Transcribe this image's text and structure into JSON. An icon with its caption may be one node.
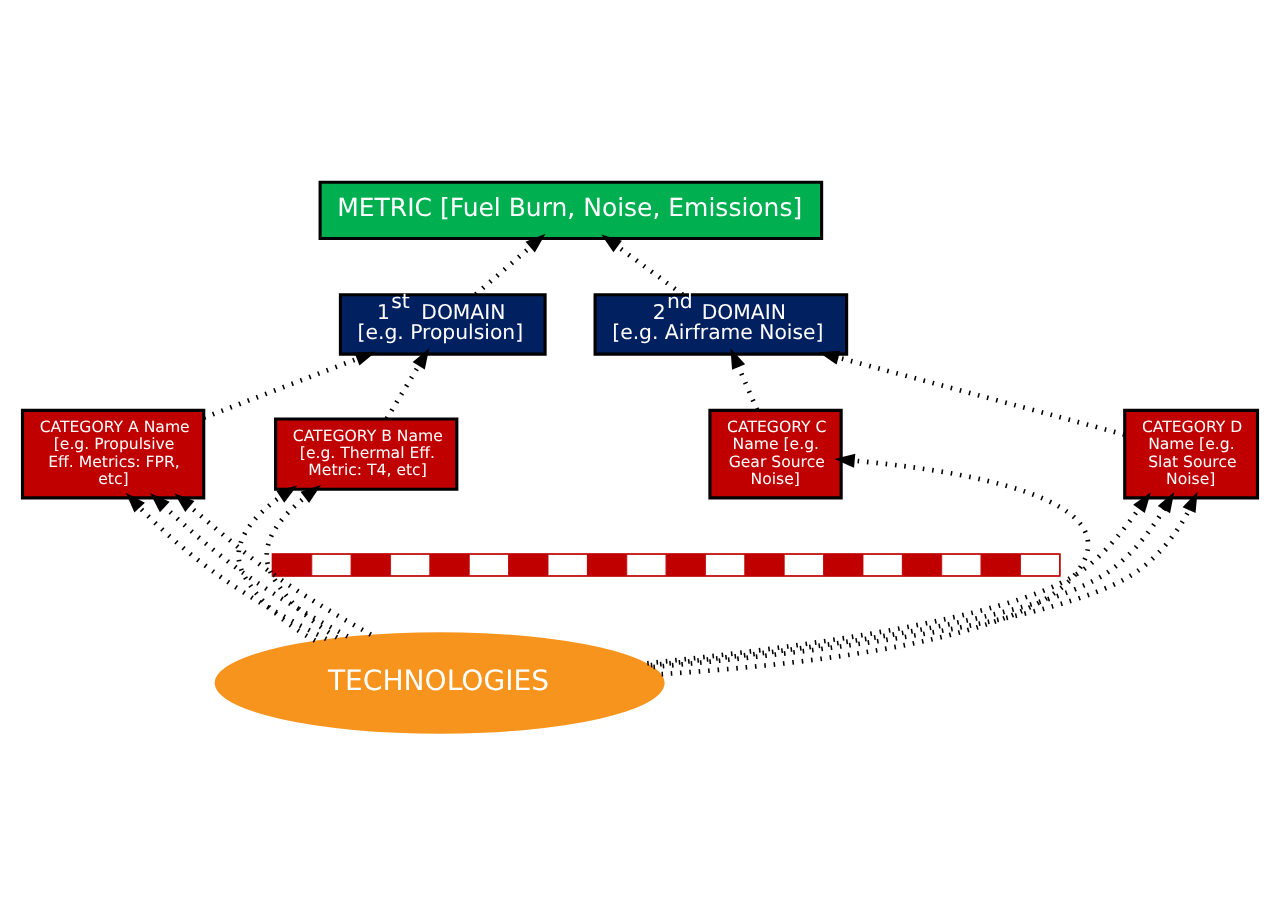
{
  "diagram": {
    "nodes": [
      {
        "text": [
          "METRIC [Fuel Burn, Noise, Emissions]"
        ]
      },
      {
        "text": [
          "1$^{st}$ DOMAIN",
          "[e.g. Propulsion]"
        ]
      },
      {
        "text": [
          "2$^{nd}$ DOMAIN",
          "[e.g. Airframe Noise]"
        ]
      },
      {
        "text": [
          "CATEGORY A Name [e.g. Propulsive Eff. Metrics: FPR, etc]"
        ]
      },
      {
        "text": [
          "CATEGORY B Name [e.g. Thermal Eff. Metric: T4, etc]"
        ]
      },
      {
        "text": [
          "CATEGORY C Name [e.g. Gear Source Noise]"
        ]
      },
      {
        "text": [
          "CATEGORY D Name [e.g. Slat Source Noise]"
        ]
      },
      {
        "text": [],
        "shape": "bar"
      },
      {
        "text": [
          "TECHNOLOGIES"
        ]
      }
    ],
    "edges": [
      {
        "from": 1,
        "to": 0,
        "arrow": "to"
      },
      {
        "from": 2,
        "to": 0,
        "arrow": "to"
      },
      {
        "from": 3,
        "to": 1,
        "arrow": "to"
      },
      {
        "from": 4,
        "to": 1,
        "arrow": "to"
      },
      {
        "from": 5,
        "to": 2,
        "arrow": "to"
      },
      {
        "from": 6,
        "to": 2,
        "arrow": "to"
      },
      {
        "from": 8,
        "to": 3,
        "arrow": "to"
      },
      {
        "from": 8,
        "to": 3,
        "arrow": "to"
      },
      {
        "from": 8,
        "to": 3,
        "arrow": "to"
      },
      {
        "from": 8,
        "to": 4,
        "arrow": "to"
      },
      {
        "from": 8,
        "to": 4,
        "arrow": "to"
      },
      {
        "from": 8,
        "to": 5,
        "arrow": "to"
      },
      {
        "from": 8,
        "to": 6,
        "arrow": "to"
      },
      {
        "from": 8,
        "to": 6,
        "arrow": "to"
      },
      {
        "from": 8,
        "to": 6,
        "arrow": "to"
      }
    ]
  }
}
